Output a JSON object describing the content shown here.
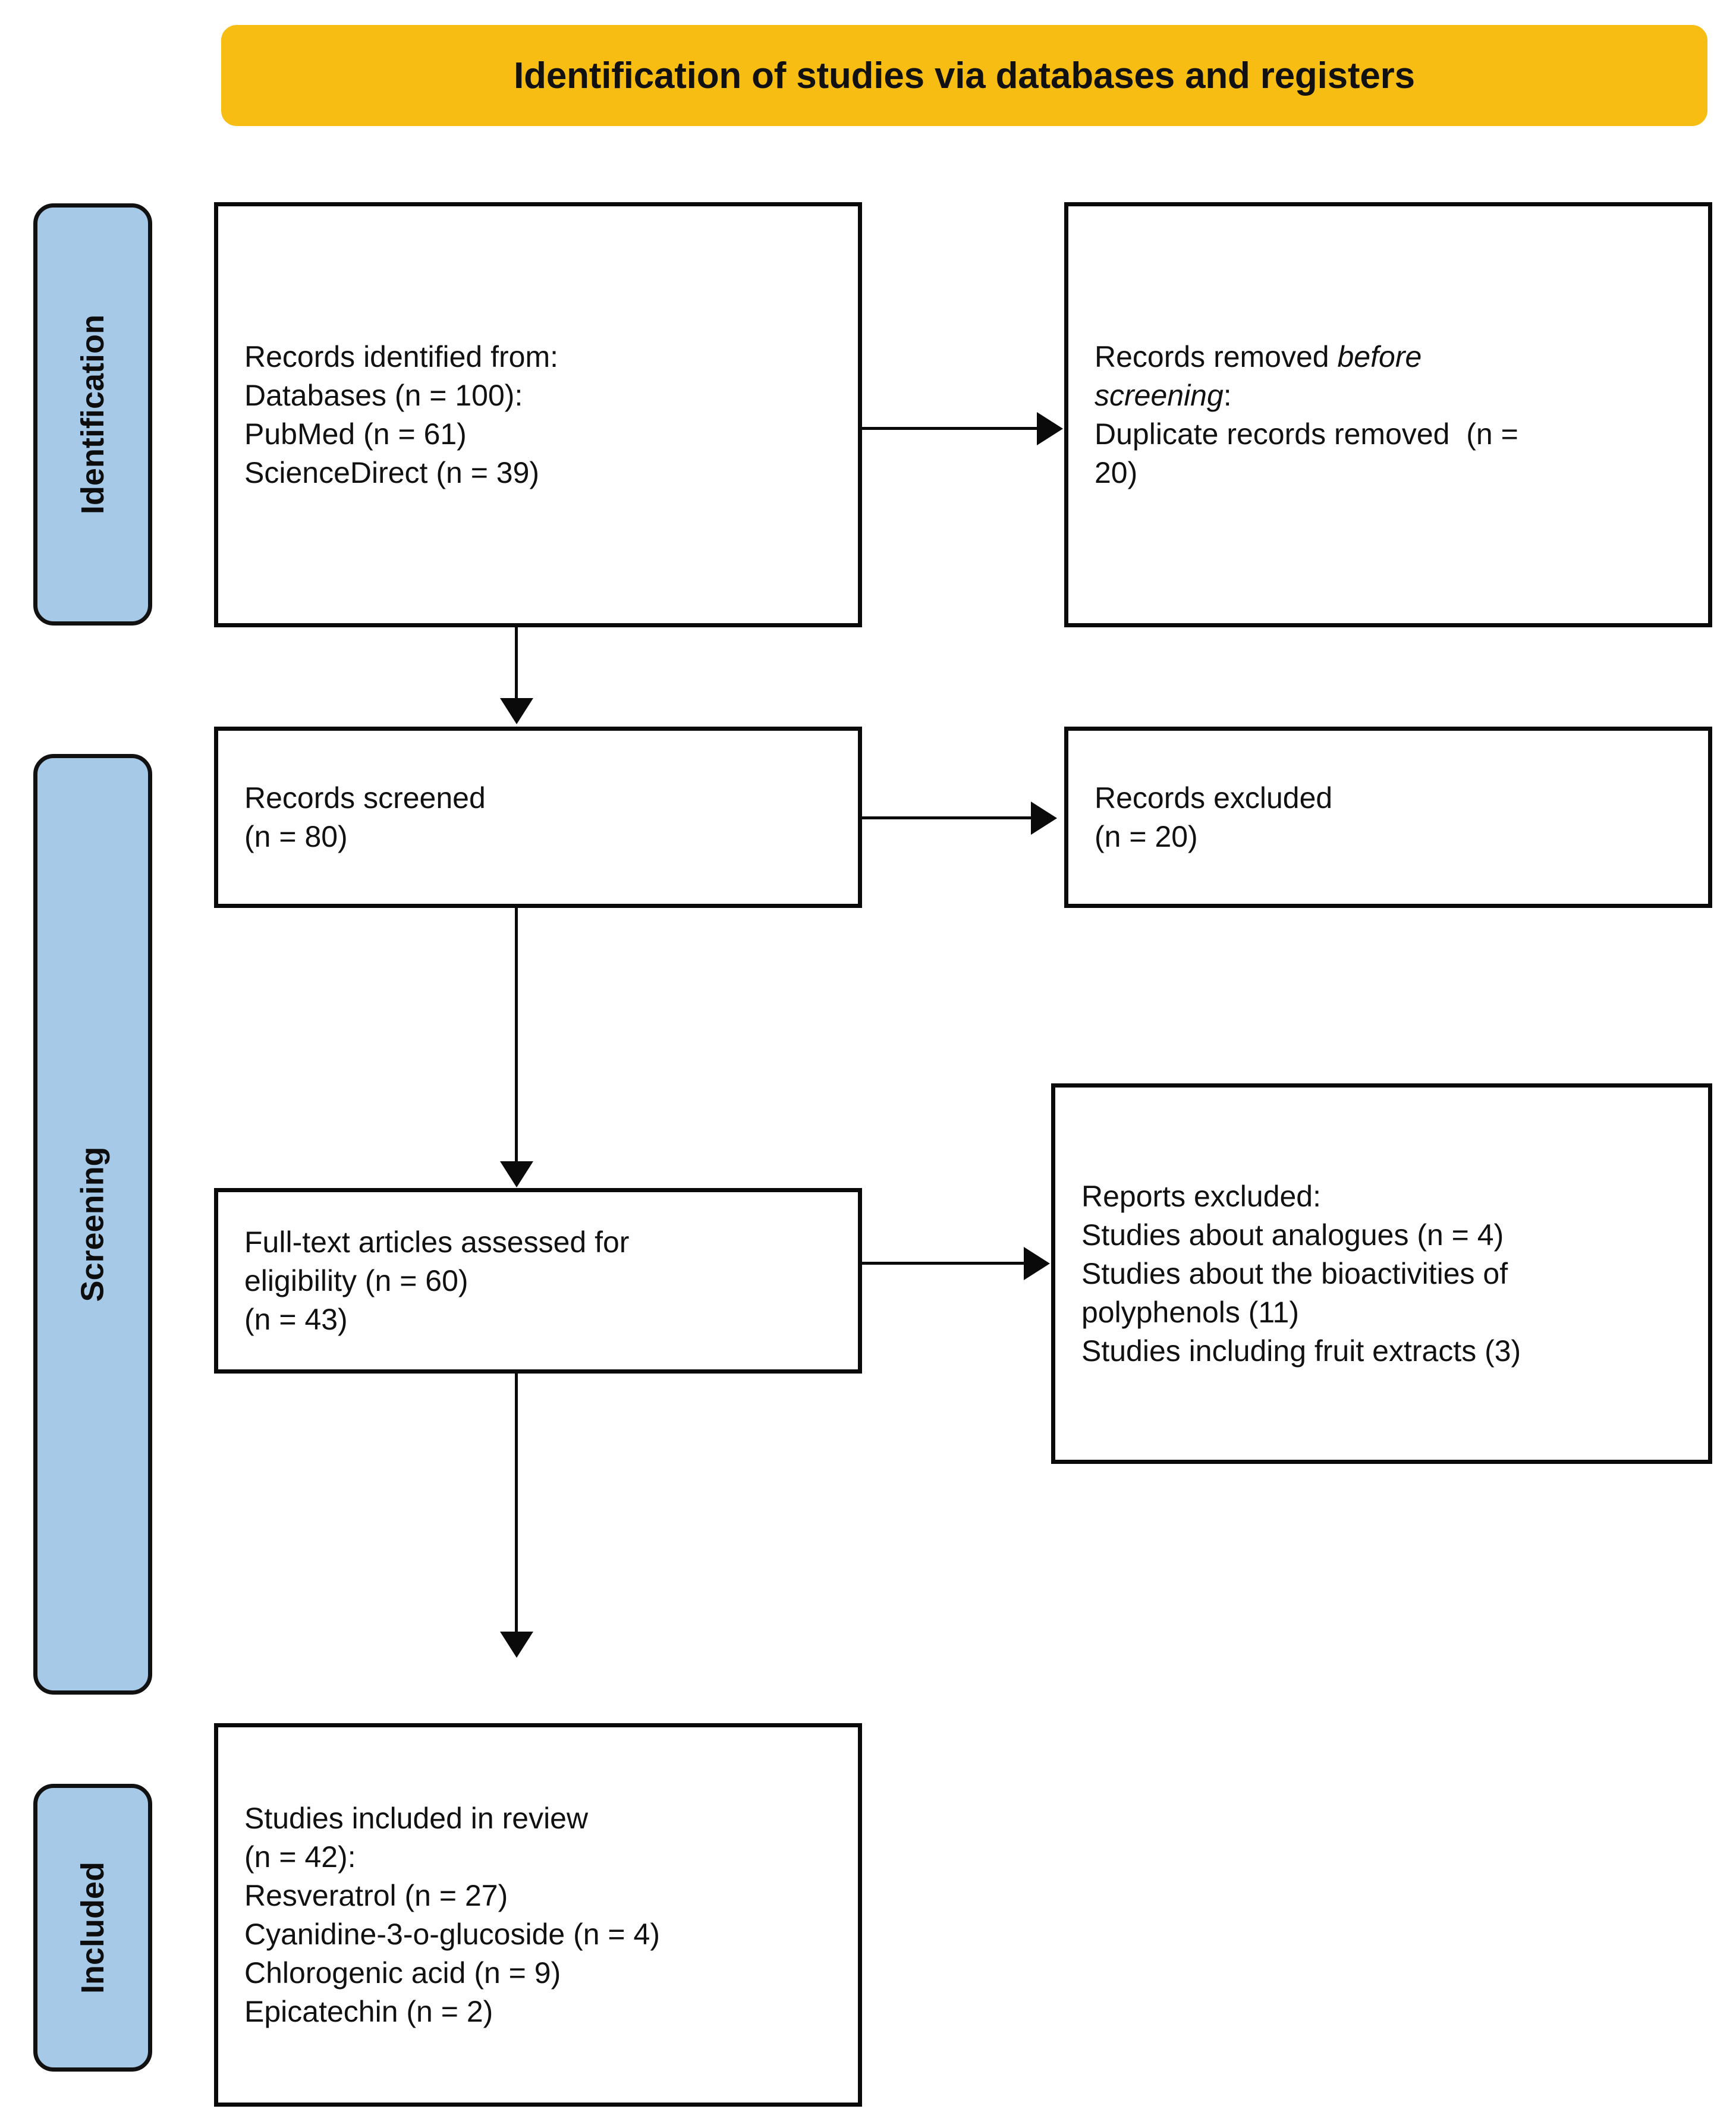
{
  "diagram": {
    "type": "prisma-flow-diagram",
    "header": {
      "title": "Identification of studies via databases and registers"
    },
    "colors": {
      "header_background": "#F7BD13",
      "stage_background": "#A7C9E8",
      "border": "#0A0A0A",
      "box_background": "#FFFFFF",
      "text": "#111111"
    },
    "stages": [
      {
        "id": "identification",
        "label": "Identification"
      },
      {
        "id": "screening",
        "label": "Screening"
      },
      {
        "id": "included",
        "label": "Included"
      }
    ],
    "boxes": {
      "records_identified": {
        "lines": [
          "Records identified from:",
          "Databases (n = 100):",
          "PubMed (n = 61)",
          "ScienceDirect (n = 39)"
        ]
      },
      "records_removed": {
        "line1_pre": "Records removed ",
        "line1_em": "before",
        "line2_em": "screening",
        "line2_post": ":",
        "line3": "Duplicate records removed  (n =",
        "line4": "20)"
      },
      "records_screened": {
        "lines": [
          "Records screened",
          "(n = 80)"
        ]
      },
      "records_excluded": {
        "lines": [
          "Records excluded",
          "(n = 20)"
        ]
      },
      "fulltext_assessed": {
        "lines": [
          "Full-text articles assessed for",
          "eligibility (n = 60)",
          "(n = 43)"
        ]
      },
      "reports_excluded": {
        "lines": [
          "Reports excluded:",
          "Studies about analogues (n = 4)",
          "Studies about the bioactivities of",
          "polyphenols (11)",
          "Studies including fruit extracts (3)"
        ]
      },
      "studies_included": {
        "lines": [
          "Studies included in review",
          "(n = 42):",
          "Resveratrol (n = 27)",
          "Cyanidine-3-o-glucoside (n = 4)",
          "Chlorogenic acid (n = 9)",
          "Epicatechin (n = 2)"
        ]
      }
    }
  }
}
